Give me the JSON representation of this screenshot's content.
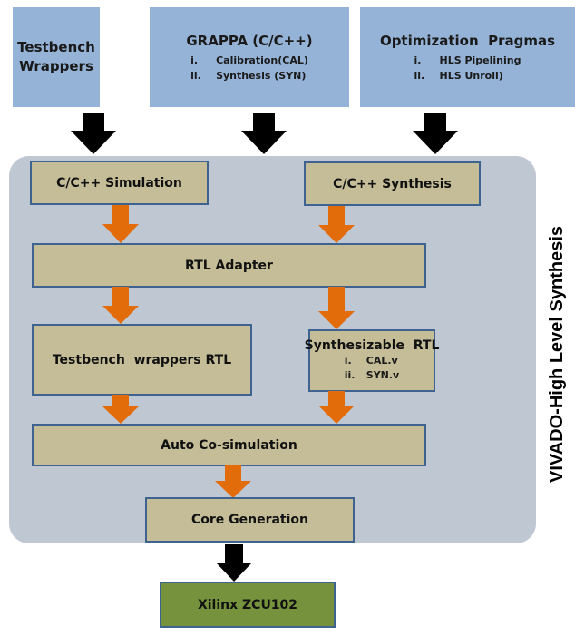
{
  "inputs": [
    {
      "title_line1": "Testbench",
      "title_line2": "Wrappers"
    },
    {
      "title": "GRAPPA (C/C++)",
      "items": [
        {
          "num": "i.",
          "label": "Calibration(CAL)"
        },
        {
          "num": "ii.",
          "label": "Synthesis (SYN)"
        }
      ]
    },
    {
      "title": "Optimization  Pragmas",
      "items": [
        {
          "num": "i.",
          "label": "HLS Pipelining"
        },
        {
          "num": "ii.",
          "label": "HLS Unroll)"
        }
      ]
    }
  ],
  "hls": {
    "label": "VIVADO-High Level Synthesis",
    "steps": {
      "c_sim": "C/C++ Simulation",
      "c_synth": "C/C++ Synthesis",
      "rtl_adapter": "RTL Adapter",
      "tb_rtl": "Testbench  wrappers RTL",
      "synth_rtl": {
        "title": "Synthesizable  RTL",
        "items": [
          {
            "num": "i.",
            "label": "CAL.v"
          },
          {
            "num": "ii.",
            "label": "SYN.v"
          }
        ]
      },
      "cosim": "Auto Co-simulation",
      "core_gen": "Core Generation"
    }
  },
  "target": {
    "label": "Xilinx ZCU102"
  },
  "colors": {
    "input_box": "#95b3d7",
    "container": "#bfc7d3",
    "step_box": "#c4bd97",
    "step_border": "#3e6391",
    "final_box": "#76923c",
    "flow_arrow": "#e36c0a",
    "io_arrow": "#000000"
  }
}
